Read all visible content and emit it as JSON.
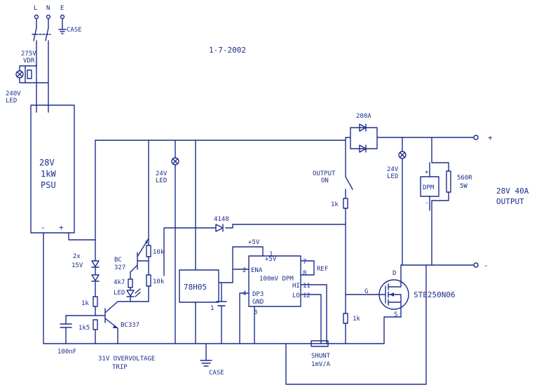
{
  "labels": {
    "mains_l": "L",
    "mains_n": "N",
    "mains_e": "E",
    "case_top": "CASE",
    "vdr_rating": "275V",
    "vdr": "VDR",
    "mains_led_voltage": "240V",
    "mains_led": "LED",
    "date": "1-7-2002",
    "psu_voltage": "28V",
    "psu_power": "1kW",
    "psu": "PSU",
    "psu_minus": "-",
    "psu_plus": "+",
    "diode_200a": "200A",
    "plus_terminal": "+",
    "minus_terminal": "-",
    "led1_voltage": "24V",
    "led1": "LED",
    "switch_label1": "OUTPUT",
    "switch_label2": "ON",
    "res_1k_top": "1k",
    "led2_voltage": "24V",
    "led2": "LED",
    "dpm_box": "DPM",
    "dpm_plus": "+",
    "dpm_minus": "-",
    "res_560r": "560R",
    "res_5w": "5W",
    "output_line1": "28V 40A",
    "output_line2": "OUTPUT",
    "diode_4148": "4148",
    "plus_5v_top": "+5V",
    "zener_count": "2x",
    "zener_voltage": "15V",
    "bc327_a": "BC",
    "bc327_b": "327",
    "res_10k_a": "10k",
    "res_10k_b": "10k",
    "res_4k7": "4k7",
    "opto_led": "LED",
    "reg": "78H05",
    "res_1k_left": "1k",
    "res_1k5": "1k5",
    "bc337": "BC337",
    "cap_100nf": "100nF",
    "trip_line1": "31V OVERVOLTAGE",
    "trip_line2": "TRIP",
    "case_bottom": "CASE",
    "cap_1": "1",
    "dpm_chip_title": "100mV DPM",
    "dpm_chip_5v": "+5V",
    "dpm_ena": "ENA",
    "dpm_dp3": "DP3",
    "dpm_gnd": "GND",
    "dpm_ref": "REF",
    "dpm_hi": "HI",
    "dpm_lo": "LO",
    "pin1": "1",
    "pin2": "2",
    "pin3": "3",
    "pin4": "4",
    "pin7": "7",
    "pin8": "8",
    "pin11": "11",
    "pin12": "12",
    "res_1k_gate": "1k",
    "gate_g": "G",
    "drain_d": "D",
    "source_s": "S",
    "mosfet": "STE250N06",
    "shunt_line1": "SHUNT",
    "shunt_line2": "1mV/A"
  },
  "colors": {
    "ink": "#1c2d8c",
    "paper": "#ffffff"
  }
}
